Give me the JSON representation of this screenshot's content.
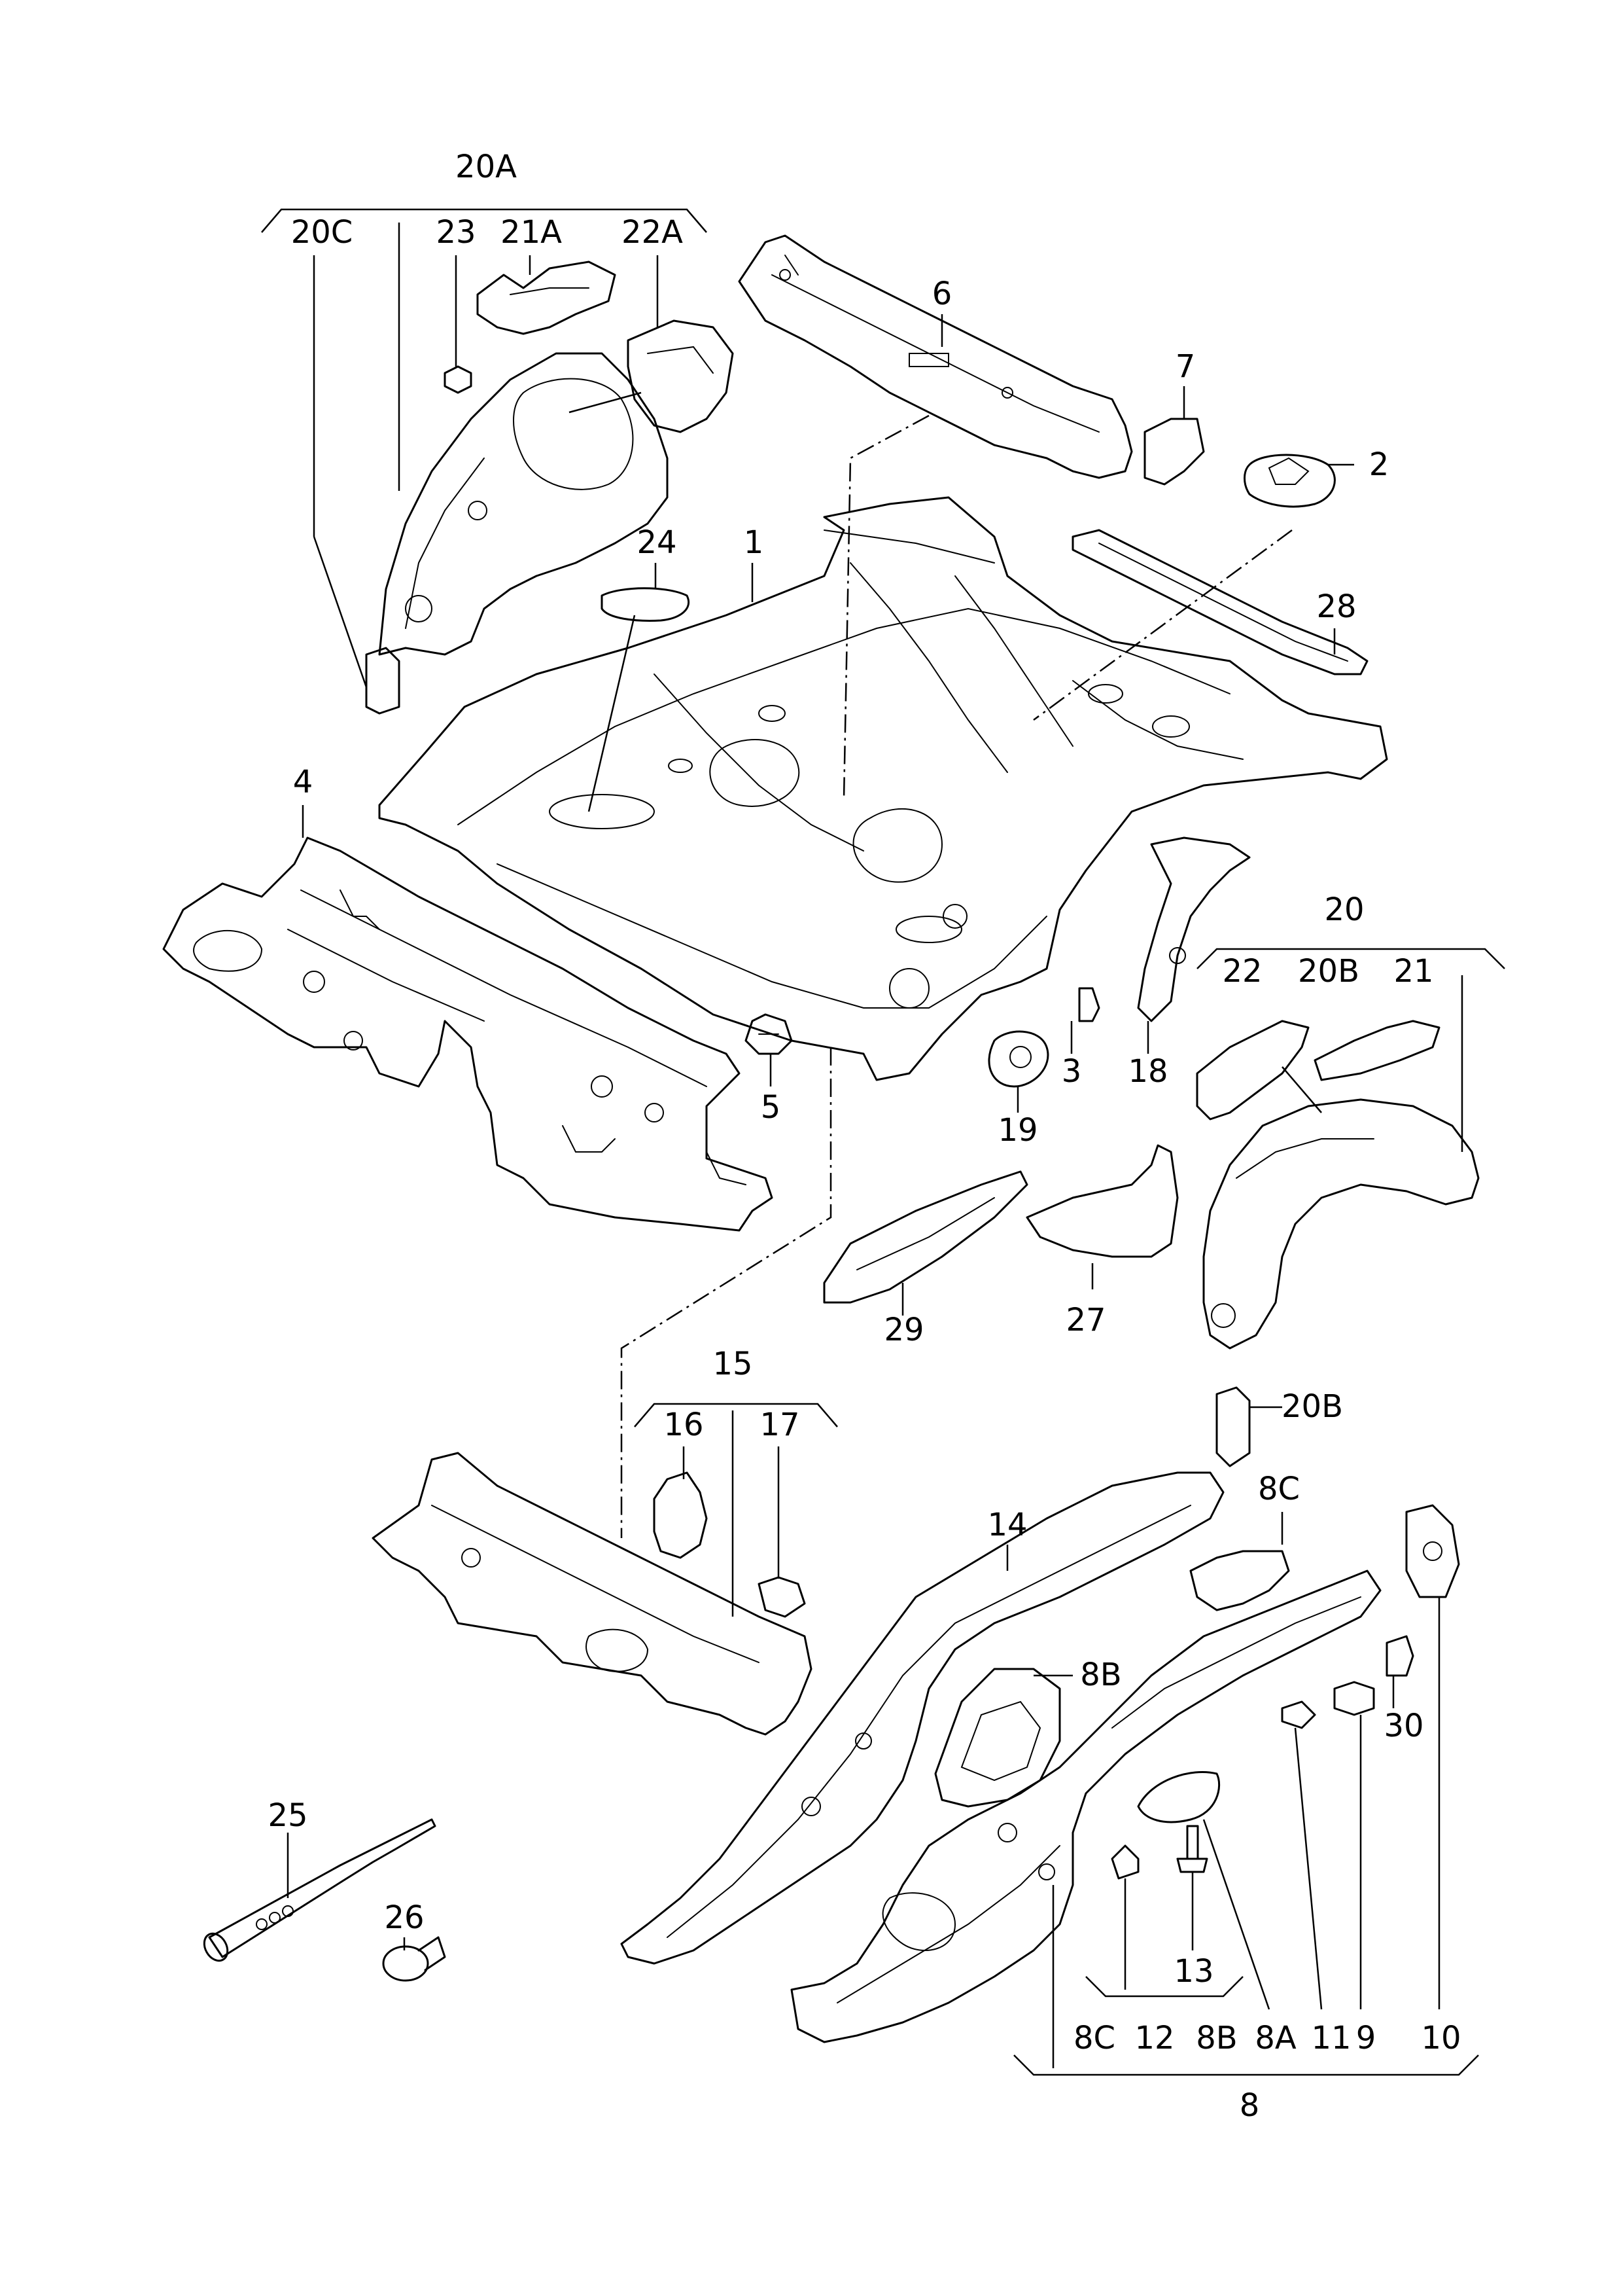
{
  "labels": {
    "l20A": "20A",
    "l20C": "20C",
    "l23": "23",
    "l21A": "21A",
    "l22A": "22A",
    "l6": "6",
    "l7": "7",
    "l2": "2",
    "l24": "24",
    "l1": "1",
    "l28": "28",
    "l4": "4",
    "l5": "5",
    "l3": "3",
    "l18": "18",
    "l19": "19",
    "l20": "20",
    "l22": "22",
    "l20B_top": "20B",
    "l21": "21",
    "l29": "29",
    "l27": "27",
    "l20B_side": "20B",
    "l15": "15",
    "l16": "16",
    "l17": "17",
    "l14": "14",
    "l8C_top": "8C",
    "l8B_side": "8B",
    "l30": "30",
    "l25": "25",
    "l26": "26",
    "l13": "13",
    "l8C_bottom": "8C",
    "l12": "12",
    "l8B_bottom": "8B",
    "l8A": "8A",
    "l11": "11",
    "l9": "9",
    "l10": "10",
    "l8": "8"
  }
}
